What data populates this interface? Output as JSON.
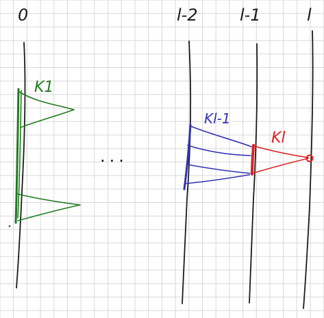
{
  "layers": {
    "first": "0",
    "l_minus_2": "l-2",
    "l_minus_1": "l-1",
    "last": "l"
  },
  "kernels": {
    "k1": "K1",
    "k_l_minus_1": "Kl-1",
    "k_l": "Kl"
  },
  "ellipsis": "...",
  "colors": {
    "grid": "#d8d8d8",
    "ink": "#1a1a1a",
    "green": "#1f7a1f",
    "blue": "#3333b3",
    "red": "#e02020"
  }
}
